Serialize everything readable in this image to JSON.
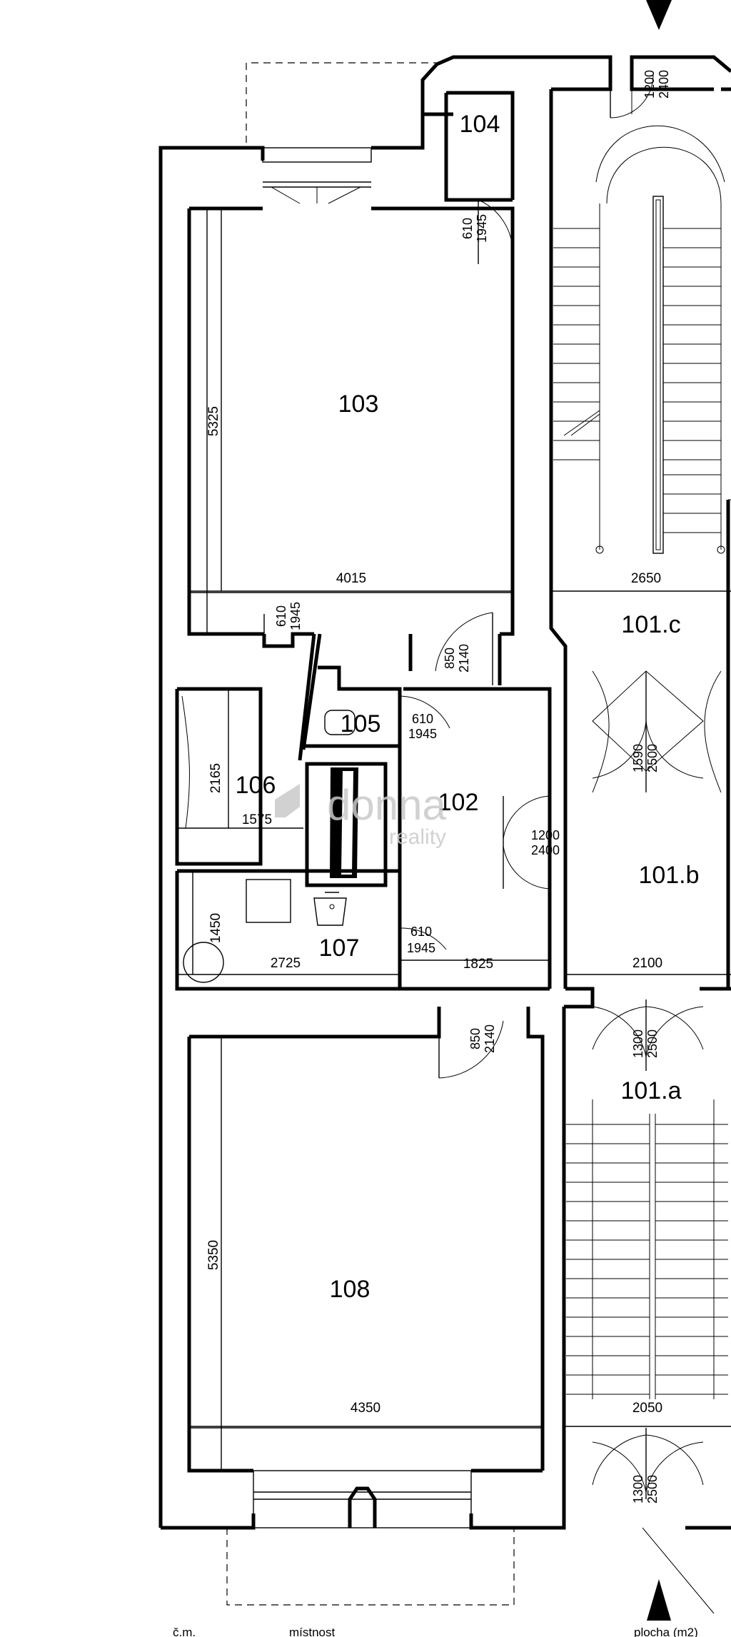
{
  "rooms": {
    "r103": "103",
    "r104": "104",
    "r105": "105",
    "r106": "106",
    "r102": "102",
    "r107": "107",
    "r108": "108",
    "r101a": "101.a",
    "r101b": "101.b",
    "r101c": "101.c"
  },
  "dimensions": {
    "d4015": "4015",
    "d5325": "5325",
    "d2650": "2650",
    "d2165": "2165",
    "d1575": "1575",
    "d1450": "1450",
    "d2725": "2725",
    "d1825": "1825",
    "d2100": "2100",
    "d5350": "5350",
    "d4350": "4350",
    "d2050": "2050"
  },
  "doors": {
    "top_w": "1200",
    "top_h": "2400",
    "d104_w": "610",
    "d104_h": "1945",
    "d103a_w": "610",
    "d103a_h": "1945",
    "d103b_w": "850",
    "d103b_h": "2140",
    "d105_w": "610",
    "d105_h": "1945",
    "d101c_w": "1590",
    "d101c_h": "2500",
    "d102_w": "1200",
    "d102_h": "2400",
    "d107_w": "610",
    "d107_h": "1945",
    "d108_w": "850",
    "d108_h": "2140",
    "d101a_w": "1300",
    "d101a_h": "2500",
    "d101a2_w": "1300",
    "d101a2_h": "2500"
  },
  "watermark": {
    "brand": "donna",
    "sub": "reality"
  },
  "footer": {
    "left": "č.m.",
    "mid": "místnost",
    "right": "plocha (m2)"
  }
}
